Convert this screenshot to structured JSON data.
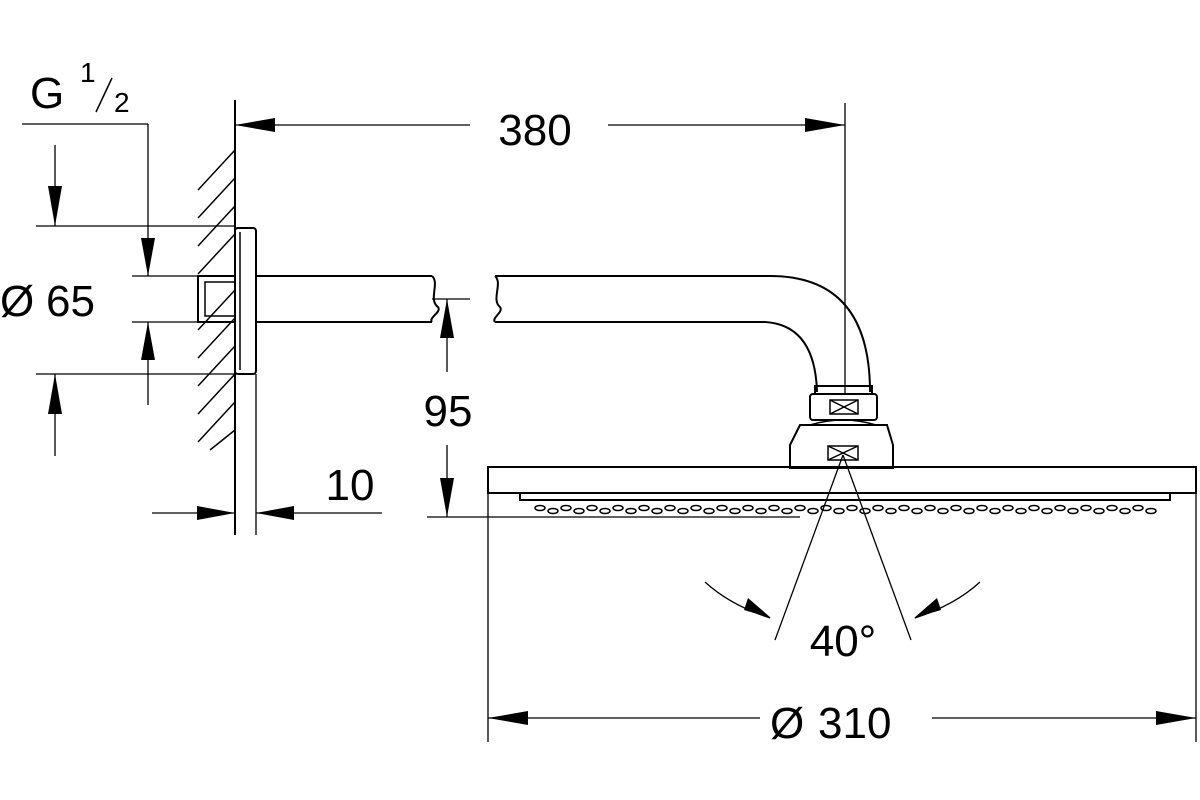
{
  "dimensions": {
    "thread": {
      "base": "G",
      "num": "1",
      "den": "2"
    },
    "flange_diameter": {
      "symbol": "Ø",
      "value": "65"
    },
    "arm_length": "380",
    "drop": "95",
    "wall_gap": "10",
    "spray_angle": "40°",
    "head_diameter": {
      "symbol": "Ø",
      "value": "310"
    }
  }
}
